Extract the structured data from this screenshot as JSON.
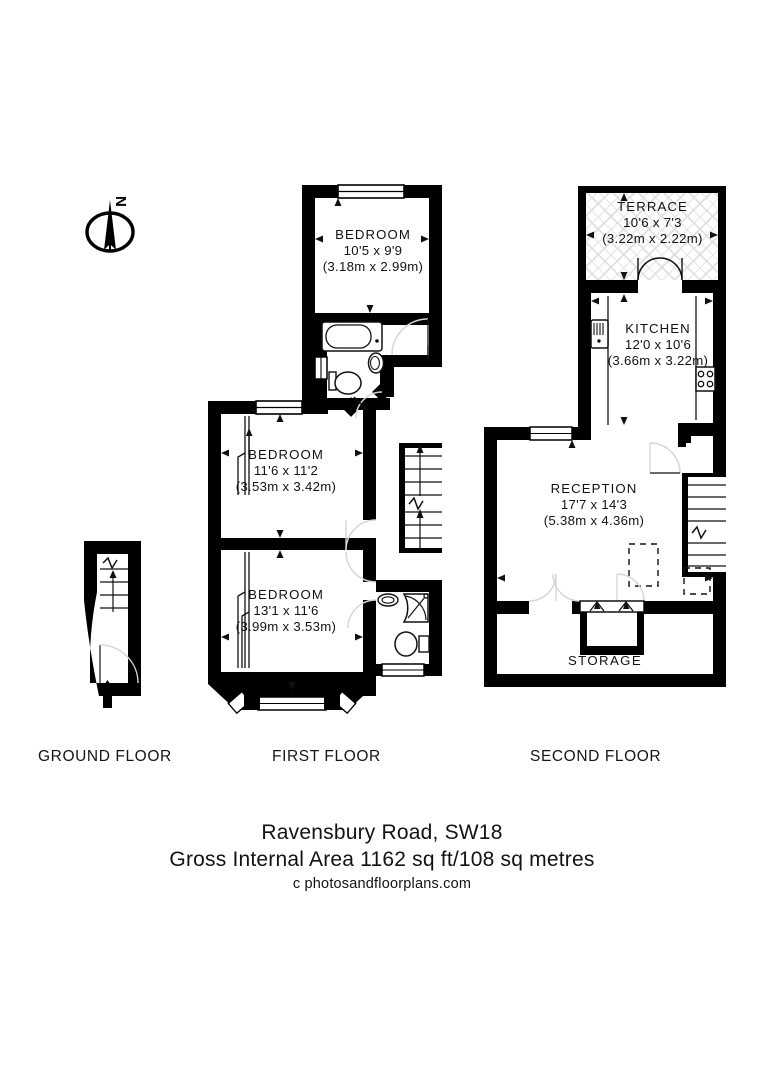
{
  "document": {
    "type": "floor-plan",
    "address": "Ravensbury Road, SW18",
    "area": "Gross Internal Area 1162 sq ft/108 sq metres",
    "credit": "c photosandfloorplans.com"
  },
  "compass": {
    "label": "N",
    "name": "north-arrow"
  },
  "floors": [
    {
      "id": "ground",
      "caption": "GROUND FLOOR",
      "rooms": []
    },
    {
      "id": "first",
      "caption": "FIRST FLOOR",
      "rooms": [
        {
          "id": "bedroom-1",
          "name": "BEDROOM",
          "imperial": "10'5 x 9'9",
          "metric": "(3.18m x 2.99m)"
        },
        {
          "id": "bedroom-2",
          "name": "BEDROOM",
          "imperial": "11'6 x 11'2",
          "metric": "(3.53m x 3.42m)"
        },
        {
          "id": "bedroom-3",
          "name": "BEDROOM",
          "imperial": "13'1 x 11'6",
          "metric": "(3.99m x 3.53m)"
        }
      ]
    },
    {
      "id": "second",
      "caption": "SECOND FLOOR",
      "rooms": [
        {
          "id": "terrace",
          "name": "TERRACE",
          "imperial": "10'6 x 7'3",
          "metric": "(3.22m x 2.22m)"
        },
        {
          "id": "kitchen",
          "name": "KITCHEN",
          "imperial": "12'0 x 10'6",
          "metric": "(3.66m x 3.22m)"
        },
        {
          "id": "reception",
          "name": "RECEPTION",
          "imperial": "17'7 x 14'3",
          "metric": "(5.38m x 4.36m)"
        },
        {
          "id": "storage",
          "name": "STORAGE",
          "imperial": "",
          "metric": ""
        }
      ]
    }
  ],
  "colors": {
    "wall": "#000000",
    "background": "#ffffff",
    "text": "#121212",
    "fixture_stroke": "#111111",
    "door_swing": "#cccccc",
    "hatch": "#e2e2e2"
  }
}
